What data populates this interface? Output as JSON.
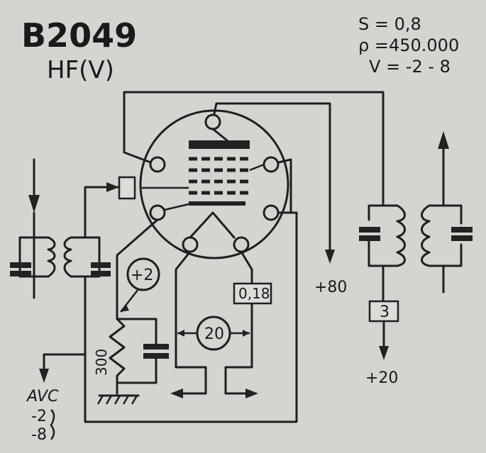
{
  "header": {
    "tube_type": "B2049",
    "function": "HF(V)"
  },
  "specs": {
    "slope": "S = 0,8",
    "resistance": "ρ =450.000",
    "bias": "V = -2 - 8"
  },
  "labels": {
    "screen_voltage": "+2",
    "cathode_resistor": "300",
    "heater_current": "0,18",
    "heater_voltage": "20",
    "anode_supply": "+80",
    "output_resistor": "3",
    "output_supply": "+20",
    "avc": "AVC",
    "avc_low": "-2",
    "avc_high": "-8"
  }
}
